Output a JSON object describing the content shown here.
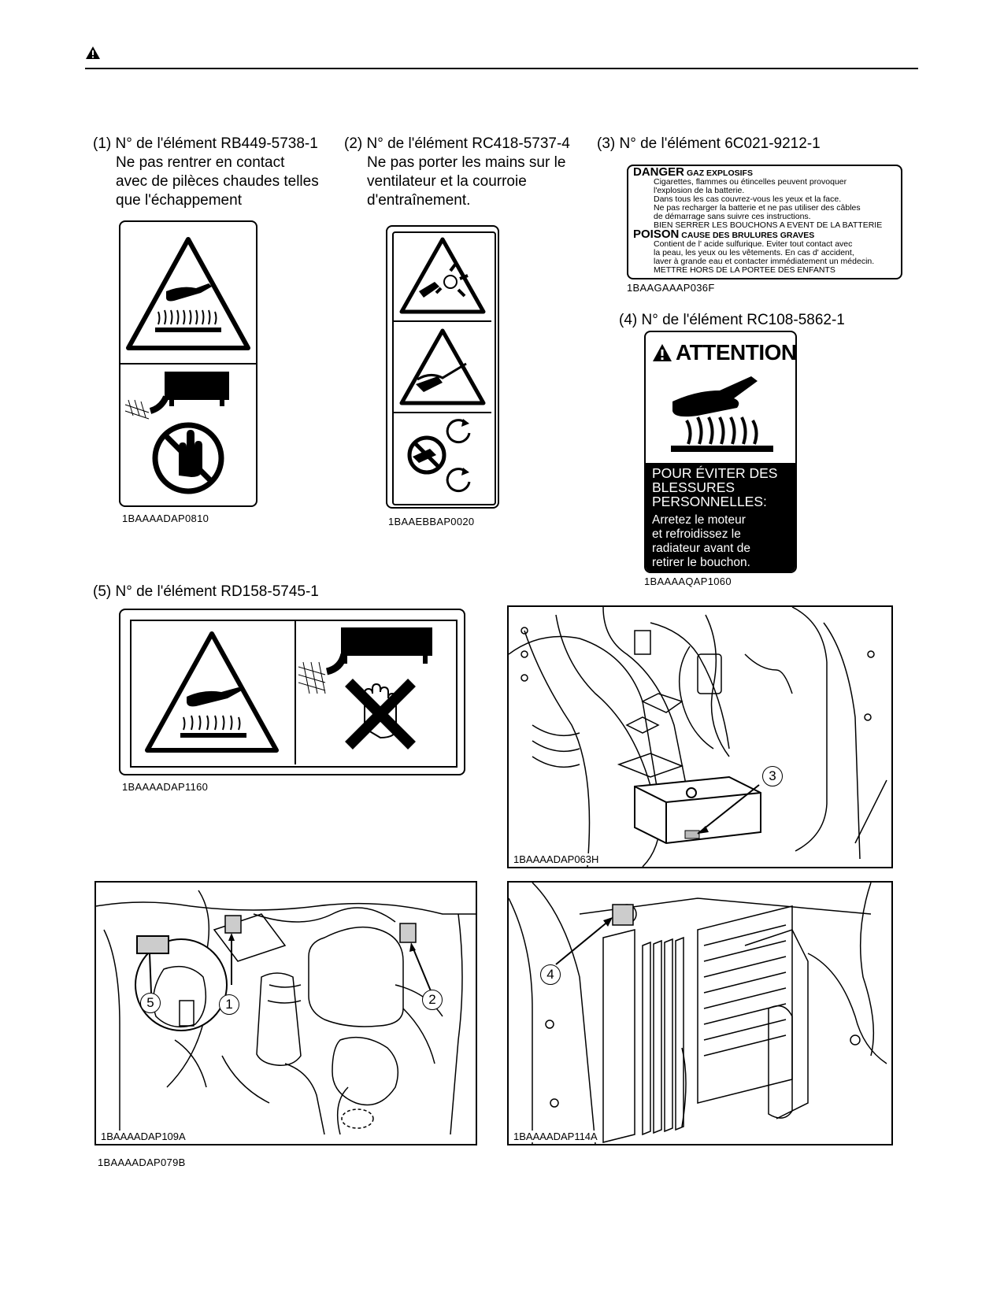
{
  "labels": [
    {
      "caption_lines": [
        "(1) N° de l'élément RB449-5738-1",
        "Ne pas rentrer en contact",
        "avec de pilèces chaudes telles",
        "que l'échappement"
      ],
      "code": "1BAAAADAP0810"
    },
    {
      "caption_lines": [
        "(2) N° de l'élément RC418-5737-4",
        "Ne pas porter les mains sur le",
        "ventilateur et la courroie",
        "d'entraînement."
      ],
      "code": "1BAAEBBAP0020"
    },
    {
      "caption_lines": [
        "(3) N° de l'élément 6C021-9212-1"
      ],
      "code": "1BAAGAAAP036F"
    },
    {
      "caption_lines": [
        "(4) N° de l'élément RC108-5862-1"
      ],
      "code": "1BAAAAQAP1060"
    },
    {
      "caption_lines": [
        "(5) N° de l'élément RD158-5745-1"
      ],
      "code": "1BAAAADAP1160"
    }
  ],
  "danger_label": {
    "danger": "DANGER",
    "danger_sub": "GAZ EXPLOSIFS",
    "danger_lines": [
      "Cigarettes, flammes ou étincelles peuvent provoquer",
      "l'explosion de la batterie.",
      "Dans tous les cas couvrez-vous les yeux et la face.",
      "Ne pas recharger la batterie et ne pas utiliser des câbles",
      "de démarrage sans suivre ces instructions.",
      "BIEN SERRER LES BOUCHONS A EVENT DE LA BATTERIE"
    ],
    "poison": "POISON",
    "poison_sub": "CAUSE DES BRULURES GRAVES",
    "poison_lines": [
      "Contient de l' acide sulfurique. Eviter tout contact avec",
      "la peau, les yeux ou les vêtements. En cas d' accident,",
      "laver à grande eau et contacter immédiatement un médecin.",
      "METTRE HORS DE LA PORTEE DES ENFANTS"
    ]
  },
  "attention_label": {
    "title": "ATTENTION",
    "head_lines": [
      "POUR ÉVITER DES",
      "BLESSURES",
      "PERSONNELLES:"
    ],
    "body_lines": [
      "Arretez le moteur",
      "et refroidissez le",
      "radiateur avant de",
      "retirer le bouchon."
    ]
  },
  "photos": [
    {
      "code": "1BAAAADAP063H",
      "callouts": [
        "3"
      ]
    },
    {
      "code": "1BAAAADAP109A",
      "callouts": [
        "5",
        "1",
        "2"
      ]
    },
    {
      "code": "1BAAAADAP114A",
      "callouts": [
        "4"
      ]
    }
  ],
  "footer_code": "1BAAAADAP079B"
}
